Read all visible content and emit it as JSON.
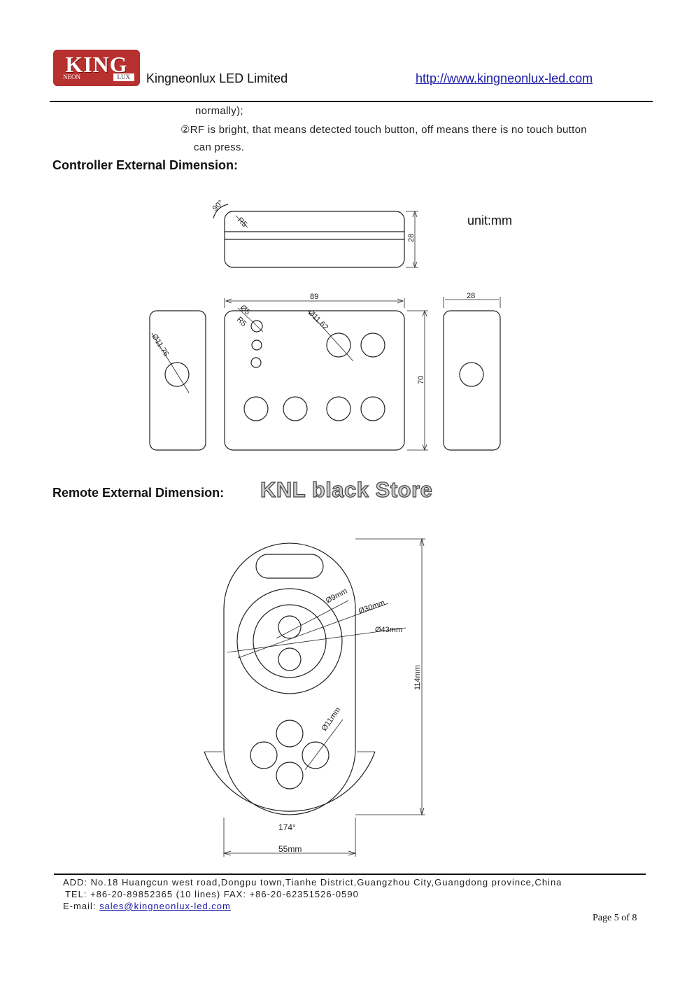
{
  "header": {
    "logo_word": "KING",
    "logo_sub_left": "NEON",
    "logo_sub_right": "LUX",
    "company": "Kingneonlux LED Limited",
    "website": "http://www.kingneonlux-led.com"
  },
  "body": {
    "line1": "normally);",
    "line2_marker": "②",
    "line2": "RF is bright, that means detected touch button, off means there is no touch button",
    "line3": "can press."
  },
  "section_controller": {
    "title": "Controller External Dimension:",
    "unit": "unit:mm",
    "labels": {
      "angle": "90°",
      "r_top": "R5",
      "h_side": "28",
      "width": "89",
      "d5": "Ø5",
      "r_front": "R5",
      "d11_62": "Ø11.62",
      "height": "70",
      "d11_76": "Ø11.76",
      "w_side": "28"
    }
  },
  "section_remote": {
    "title": "Remote External Dimension:",
    "watermark": "KNL black Store",
    "labels": {
      "d9": "Ø9mm",
      "d30": "Ø30mm",
      "d43": "Ø43mm",
      "height": "114mm",
      "d11": "Ø11mm",
      "angle": "174°",
      "width": "55mm"
    }
  },
  "footer": {
    "address": "ADD: No.18 Huangcun west road,Dongpu town,Tianhe District,Guangzhou City,Guangdong province,China",
    "tel": "TEL: +86-20-89852365 (10 lines) FAX: +86-20-62351526-0590",
    "email_label": "E-mail: ",
    "email": "sales@kingneonlux-led.com",
    "page": "Page 5 of 8"
  }
}
